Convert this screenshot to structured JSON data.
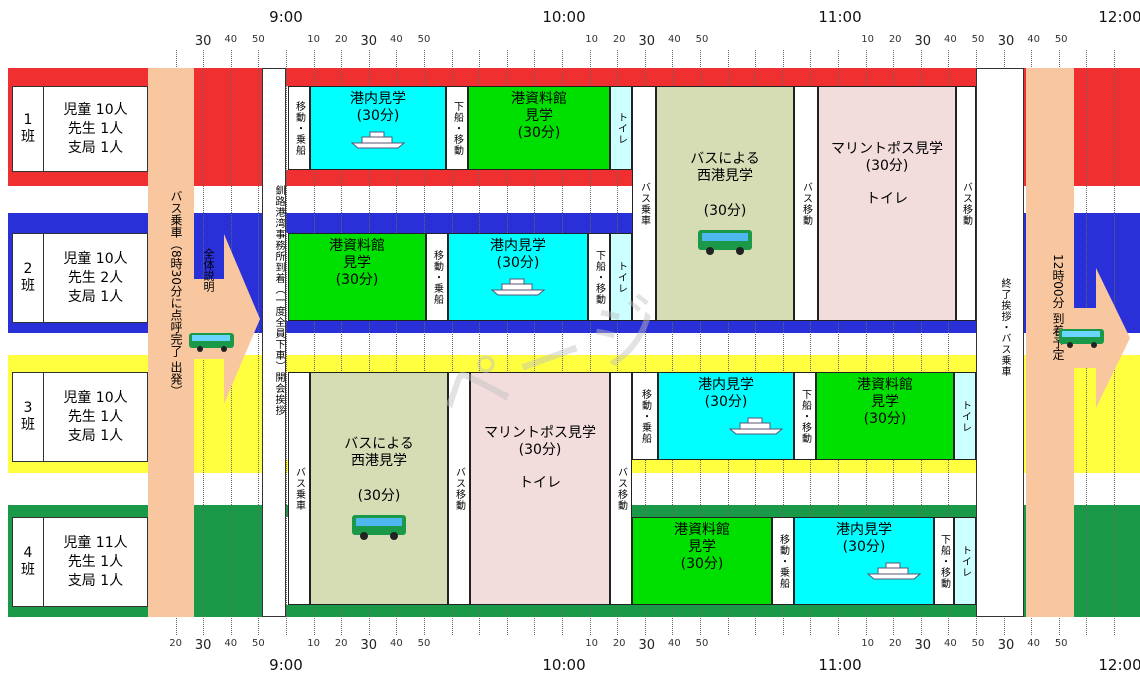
{
  "colors": {
    "group1": "#f03030",
    "group2": "#2a30d8",
    "group3": "#ffff40",
    "group4": "#1a9a48",
    "port_tour": "#00ffff",
    "museum": "#00e000",
    "bus_tour": "#d6dcb4",
    "marintopos": "#f2dcdc",
    "transfer": "#ffffff",
    "bus_arrival": "#f9c79f",
    "watermark": "#d8d8d8"
  },
  "icons": [
    "ship-icon",
    "bus-icon"
  ],
  "watermark": "ページ",
  "top_axis": {
    "hours": [
      "9:00",
      "10:00",
      "11:00",
      "12:00"
    ],
    "left_minutes": [
      "30",
      "40",
      "50"
    ],
    "minutes": [
      "10",
      "20",
      "30",
      "40",
      "50",
      "10",
      "20",
      "30",
      "40",
      "50",
      "10",
      "20",
      "30",
      "40",
      "50"
    ],
    "end_minutes": [
      "30",
      "40",
      "50"
    ]
  },
  "bottom_axis": {
    "hours": [
      "9:00",
      "10:00",
      "11:00",
      "12:00"
    ],
    "left_minutes": [
      "20",
      "30",
      "40",
      "50"
    ],
    "minutes": [
      "10",
      "20",
      "30",
      "40",
      "50",
      "10",
      "20",
      "30",
      "40",
      "50",
      "10",
      "20",
      "30",
      "40",
      "50"
    ],
    "end_minutes": [
      "30",
      "40",
      "50"
    ]
  },
  "groups": [
    {
      "id": "1",
      "num": "1\n班",
      "members": [
        "児童 10人",
        "先生 1人",
        "支局 1人"
      ]
    },
    {
      "id": "2",
      "num": "2\n班",
      "members": [
        "児童 10人",
        "先生 2人",
        "支局 1人"
      ]
    },
    {
      "id": "3",
      "num": "3\n班",
      "members": [
        "児童 10人",
        "先生 1人",
        "支局 1人"
      ]
    },
    {
      "id": "4",
      "num": "4\n班",
      "members": [
        "児童 11人",
        "先生 1人",
        "支局 1人"
      ]
    }
  ],
  "departure": {
    "text": "バス乗車（8時30分に点呼完了 出発）",
    "side": "全体説明"
  },
  "arrival_office": {
    "text": "釧路港湾事務所到着（一度全員下車）開会挨拶"
  },
  "closing": {
    "text": "終了挨拶・バス乗車"
  },
  "final_arrival": {
    "text": "12時00分 到着予定"
  },
  "acts": {
    "g1": {
      "move_board": "移動・乗船",
      "port_tour": {
        "title": "港内見学",
        "dur": "(30分)"
      },
      "disembark": "下船・移動",
      "museum": {
        "l1": "港資料館",
        "l2": "見学",
        "dur": "(30分)"
      },
      "toilet": "トイレ"
    },
    "g2": {
      "museum": {
        "l1": "港資料館",
        "l2": "見学",
        "dur": "(30分)"
      },
      "move_board": "移動・乗船",
      "port_tour": {
        "title": "港内見学",
        "dur": "(30分)"
      },
      "disembark": "下船・移動",
      "toilet": "トイレ"
    },
    "g3": {
      "move_board": "移動・乗船",
      "port_tour": {
        "title": "港内見学",
        "dur": "(30分)"
      },
      "disembark": "下船・移動",
      "museum": {
        "l1": "港資料館",
        "l2": "見学",
        "dur": "(30分)"
      },
      "toilet": "トイレ"
    },
    "g4": {
      "museum": {
        "l1": "港資料館",
        "l2": "見学",
        "dur": "(30分)"
      },
      "move_board": "移動・乗船",
      "port_tour": {
        "title": "港内見学",
        "dur": "(30分)"
      },
      "disembark": "下船・移動",
      "toilet": "トイレ"
    },
    "g12": {
      "bus_board": "バス乗車",
      "bus_tour": {
        "l1": "バスによる",
        "l2": "西港見学",
        "dur": "(30分)"
      },
      "bus_move1": "バス移動",
      "marintopos": {
        "title": "マリントポス見学",
        "dur": "(30分)",
        "toilet": "トイレ"
      },
      "bus_move2": "バス移動"
    },
    "g34": {
      "bus_board": "バス乗車",
      "bus_tour": {
        "l1": "バスによる",
        "l2": "西港見学",
        "dur": "(30分)"
      },
      "bus_move1": "バス移動",
      "marintopos": {
        "title": "マリントポス見学",
        "dur": "(30分)",
        "toilet": "トイレ"
      },
      "bus_move2": "バス移動"
    }
  }
}
